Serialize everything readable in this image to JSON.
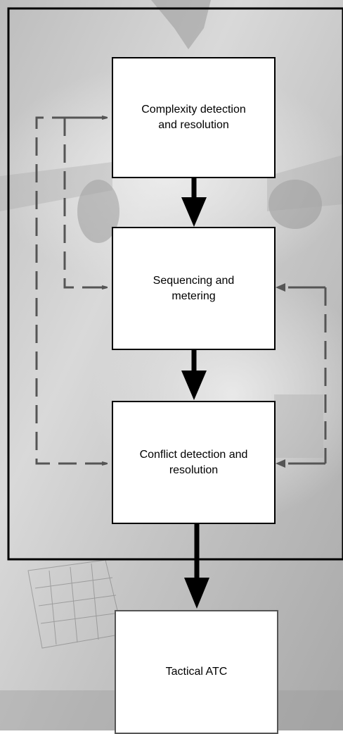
{
  "boxes": {
    "complexity": "Complexity detection\nand resolution",
    "sequencing": "Sequencing and\nmetering",
    "conflict": "Conflict detection and\nresolution",
    "tactical": "Tactical ATC"
  },
  "colors": {
    "frame": "#000000",
    "flow_arrow": "#000000",
    "feedback": "#555555",
    "box_fill": "#ffffff"
  },
  "background": "grey photographic collage of aircraft and radar antenna"
}
